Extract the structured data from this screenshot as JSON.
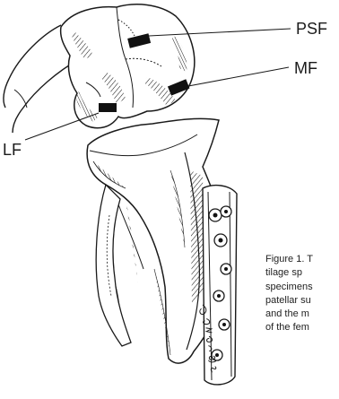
{
  "labels": {
    "psf": "PSF",
    "mf": "MF",
    "lf": "LF"
  },
  "caption_lines": [
    "Figure 1. T",
    "tilage   sp",
    "specimens",
    "patellar su",
    "and the m",
    "of the fem"
  ],
  "signature_text": "E. Nelson 95",
  "colors": {
    "ink": "#1a1a1a",
    "paper": "#ffffff"
  }
}
